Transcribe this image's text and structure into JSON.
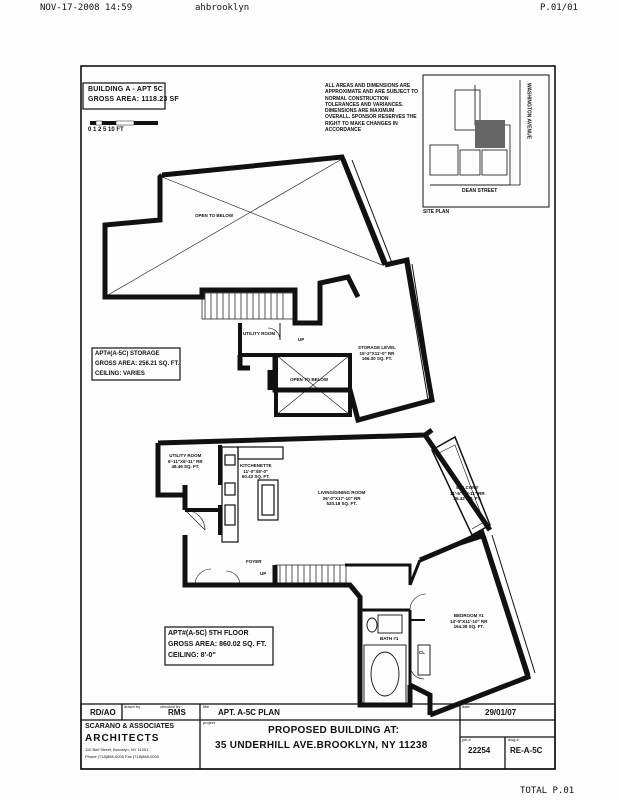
{
  "fax": {
    "datetime": "NOV-17-2008  14:59",
    "sender": "ahbrooklyn",
    "page": "P.01/01",
    "total": "TOTAL P.01"
  },
  "building_box": {
    "line1": "BUILDING A - APT 5C",
    "line2": "GROSS AREA: 1118.23 SF"
  },
  "scale": {
    "ticks": "0  1  2       5          10 FT"
  },
  "notes": {
    "text": "ALL AREAS AND DIMENSIONS ARE APPROXIMATE AND ARE SUBJECT TO NORMAL CONSTRUCTION TOLERANCES AND VARIANCES. DIMENSIONS ARE MAXIMUM OVERALL. SPONSOR RESERVES THE RIGHT TO MAKE CHANGES IN ACCORDANCE"
  },
  "site_plan": {
    "street_right": "WASHINGTON AVENUE",
    "street_bottom": "DEAN STREET",
    "label": "SITE PLAN"
  },
  "rooms": {
    "open_upper": "OPEN TO BELOW",
    "storage_level": [
      "STORAGE LEVEL",
      "15'-2\"X11'-0\" RR",
      "166.30 SQ. FT."
    ],
    "utility_small": "UTILITY ROOM",
    "up_label": "UP",
    "open_lower": "OPEN TO BELOW",
    "utility_room": [
      "UTILITY ROOM",
      "6'-11\"X6'-11\" RR",
      "48.46 SQ. FT."
    ],
    "kitchenette": [
      "KITCHENETTE",
      "11'-0\"X8'-0\"",
      "60.43 SQ. FT."
    ],
    "living": [
      "LIVING/DINING ROOM",
      "26'-0\"X17'-10\" RR",
      "520.18 SQ. FT."
    ],
    "balcony": [
      "BALCONY",
      "11'-5\"X3'-11\" RR",
      "36.42 SQ. FT."
    ],
    "foyer": "FOYER",
    "up_lower": "UP",
    "bedroom": [
      "BEDROOM #1",
      "14'-0\"X11'-10\" RR",
      "164.39 SQ. FT."
    ],
    "bath": "BATH #1",
    "closet": "CL"
  },
  "storage_box": {
    "line1": "APT#(A-5C)          STORAGE",
    "line2": "GROSS AREA: 256.21 SQ. FT.",
    "line3": "CEILING: VARIES"
  },
  "floor_box": {
    "line1": "APT#(A-5C)       5TH FLOOR",
    "line2": "GROSS AREA: 860.02 SQ. FT.",
    "line3": "CEILING: 8'-0\""
  },
  "title_block": {
    "drawn_by": "RD/AO",
    "checked_by": "RMS",
    "sheet_title": "APT. A-5C PLAN",
    "date": "29/01/07",
    "firm": "SCARANO & ASSOCIATES",
    "firm_sub": "ARCHITECTS",
    "firm_address": "110 Bell Street, Brooklyn, NY 11201",
    "firm_phone": "Phone (718)888-0000  Fax (718)888-0000",
    "project_line1": "PROPOSED BUILDING AT:",
    "project_line2": "35 UNDERHILL AVE.BROOKLYN, NY 11238",
    "job_no": "22254",
    "dwg_no": "RE-A-5C",
    "label_drawn": "drawn by",
    "label_checked": "checked by",
    "label_title": "title",
    "label_date": "date",
    "label_project": "project",
    "label_job": "job #",
    "label_dwg": "dwg #"
  }
}
